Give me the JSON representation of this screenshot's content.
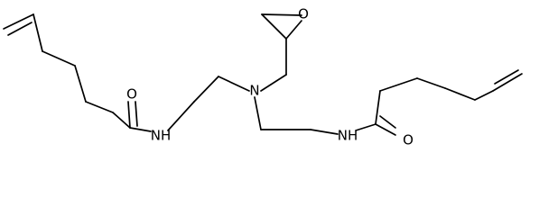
{
  "molecule": {
    "atoms": {
      "left_amide_oxygen": "O",
      "left_amide_nitrogen": "NH",
      "central_amine_nitrogen": "N",
      "epoxide_oxygen": "O",
      "right_amide_nitrogen": "NH",
      "right_amide_oxygen": "O"
    }
  }
}
